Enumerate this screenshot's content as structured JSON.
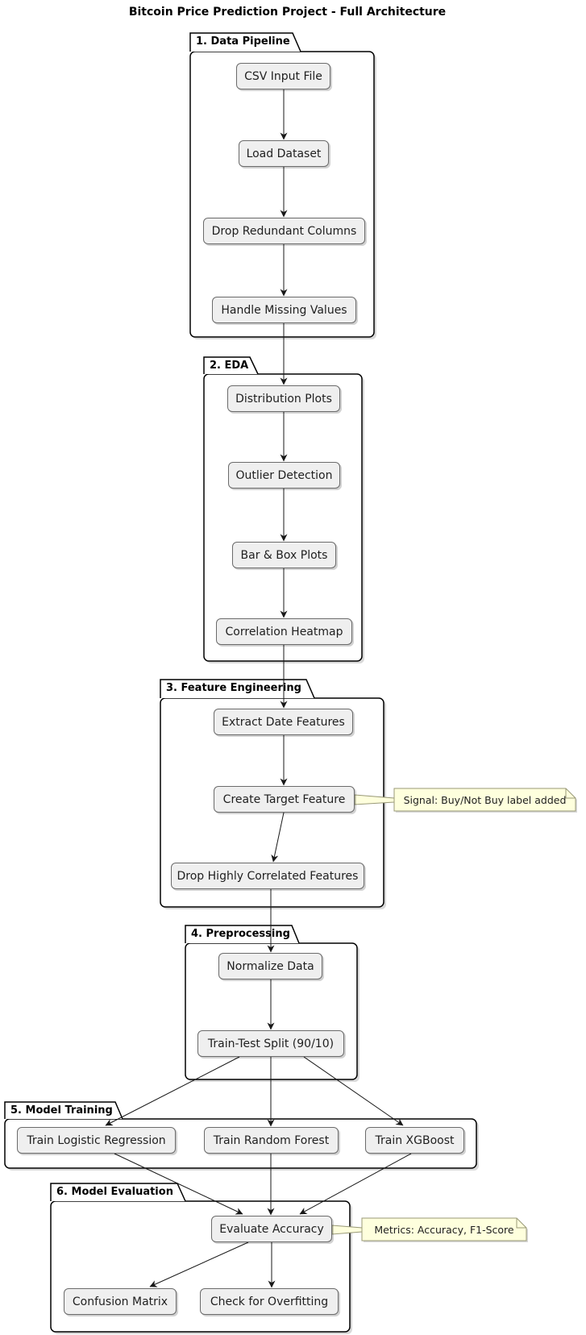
{
  "title": "Bitcoin Price Prediction Project - Full Architecture",
  "diagram_type": "activity-flowchart",
  "colors": {
    "background": "#ffffff",
    "activity_fill": "#efefef",
    "activity_border": "#6b6b6b",
    "partition_border": "#000000",
    "partition_fill": "#ffffff",
    "note_fill": "#feffdd",
    "note_border": "#999977",
    "arrow": "#181818"
  },
  "partitions": [
    {
      "label": "1. Data Pipeline",
      "nodes": [
        {
          "label": "CSV Input File"
        },
        {
          "label": "Load Dataset"
        },
        {
          "label": "Drop Redundant Columns"
        },
        {
          "label": "Handle Missing Values"
        }
      ]
    },
    {
      "label": "2. EDA",
      "nodes": [
        {
          "label": "Distribution Plots"
        },
        {
          "label": "Outlier Detection"
        },
        {
          "label": "Bar & Box Plots"
        },
        {
          "label": "Correlation Heatmap"
        }
      ]
    },
    {
      "label": "3. Feature Engineering",
      "nodes": [
        {
          "label": "Extract Date Features"
        },
        {
          "label": "Create Target Feature"
        },
        {
          "label": "Drop Highly Correlated Features"
        }
      ]
    },
    {
      "label": "4. Preprocessing",
      "nodes": [
        {
          "label": "Normalize Data"
        },
        {
          "label": "Train-Test Split (90/10)"
        }
      ]
    },
    {
      "label": "5. Model Training",
      "nodes": [
        {
          "label": "Train Logistic Regression"
        },
        {
          "label": "Train Random Forest"
        },
        {
          "label": "Train XGBoost"
        }
      ]
    },
    {
      "label": "6. Model Evaluation",
      "nodes": [
        {
          "label": "Evaluate Accuracy"
        },
        {
          "label": "Confusion Matrix"
        },
        {
          "label": "Check for Overfitting"
        }
      ]
    }
  ],
  "notes": [
    {
      "text": "Signal: Buy/Not Buy label added",
      "attached_to": "Create Target Feature"
    },
    {
      "text": "Metrics: Accuracy, F1-Score",
      "attached_to": "Evaluate Accuracy"
    }
  ],
  "edges": [
    [
      "CSV Input File",
      "Load Dataset"
    ],
    [
      "Load Dataset",
      "Drop Redundant Columns"
    ],
    [
      "Drop Redundant Columns",
      "Handle Missing Values"
    ],
    [
      "Handle Missing Values",
      "Distribution Plots"
    ],
    [
      "Distribution Plots",
      "Outlier Detection"
    ],
    [
      "Outlier Detection",
      "Bar & Box Plots"
    ],
    [
      "Bar & Box Plots",
      "Correlation Heatmap"
    ],
    [
      "Correlation Heatmap",
      "Extract Date Features"
    ],
    [
      "Extract Date Features",
      "Create Target Feature"
    ],
    [
      "Create Target Feature",
      "Drop Highly Correlated Features"
    ],
    [
      "Drop Highly Correlated Features",
      "Normalize Data"
    ],
    [
      "Normalize Data",
      "Train-Test Split (90/10)"
    ],
    [
      "Train-Test Split (90/10)",
      "Train Logistic Regression"
    ],
    [
      "Train-Test Split (90/10)",
      "Train Random Forest"
    ],
    [
      "Train-Test Split (90/10)",
      "Train XGBoost"
    ],
    [
      "Train Logistic Regression",
      "Evaluate Accuracy"
    ],
    [
      "Train Random Forest",
      "Evaluate Accuracy"
    ],
    [
      "Train XGBoost",
      "Evaluate Accuracy"
    ],
    [
      "Evaluate Accuracy",
      "Confusion Matrix"
    ],
    [
      "Evaluate Accuracy",
      "Check for Overfitting"
    ]
  ]
}
